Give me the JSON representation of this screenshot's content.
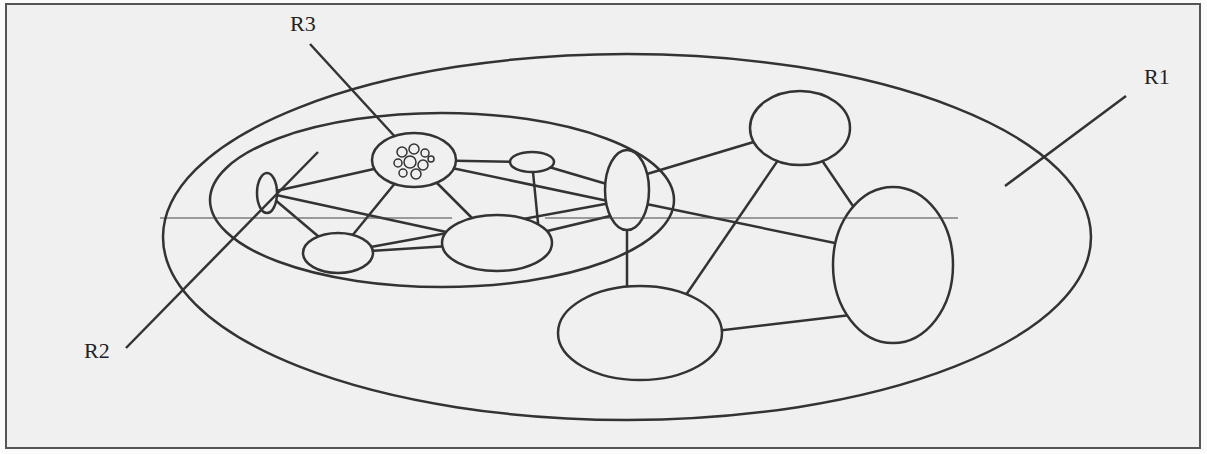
{
  "diagram": {
    "nodes": [
      {
        "text": [
          "R1"
        ]
      },
      {
        "text": [
          "R2"
        ],
        "in": 0
      },
      {
        "text": [
          "R3"
        ],
        "in": 1
      }
    ]
  }
}
